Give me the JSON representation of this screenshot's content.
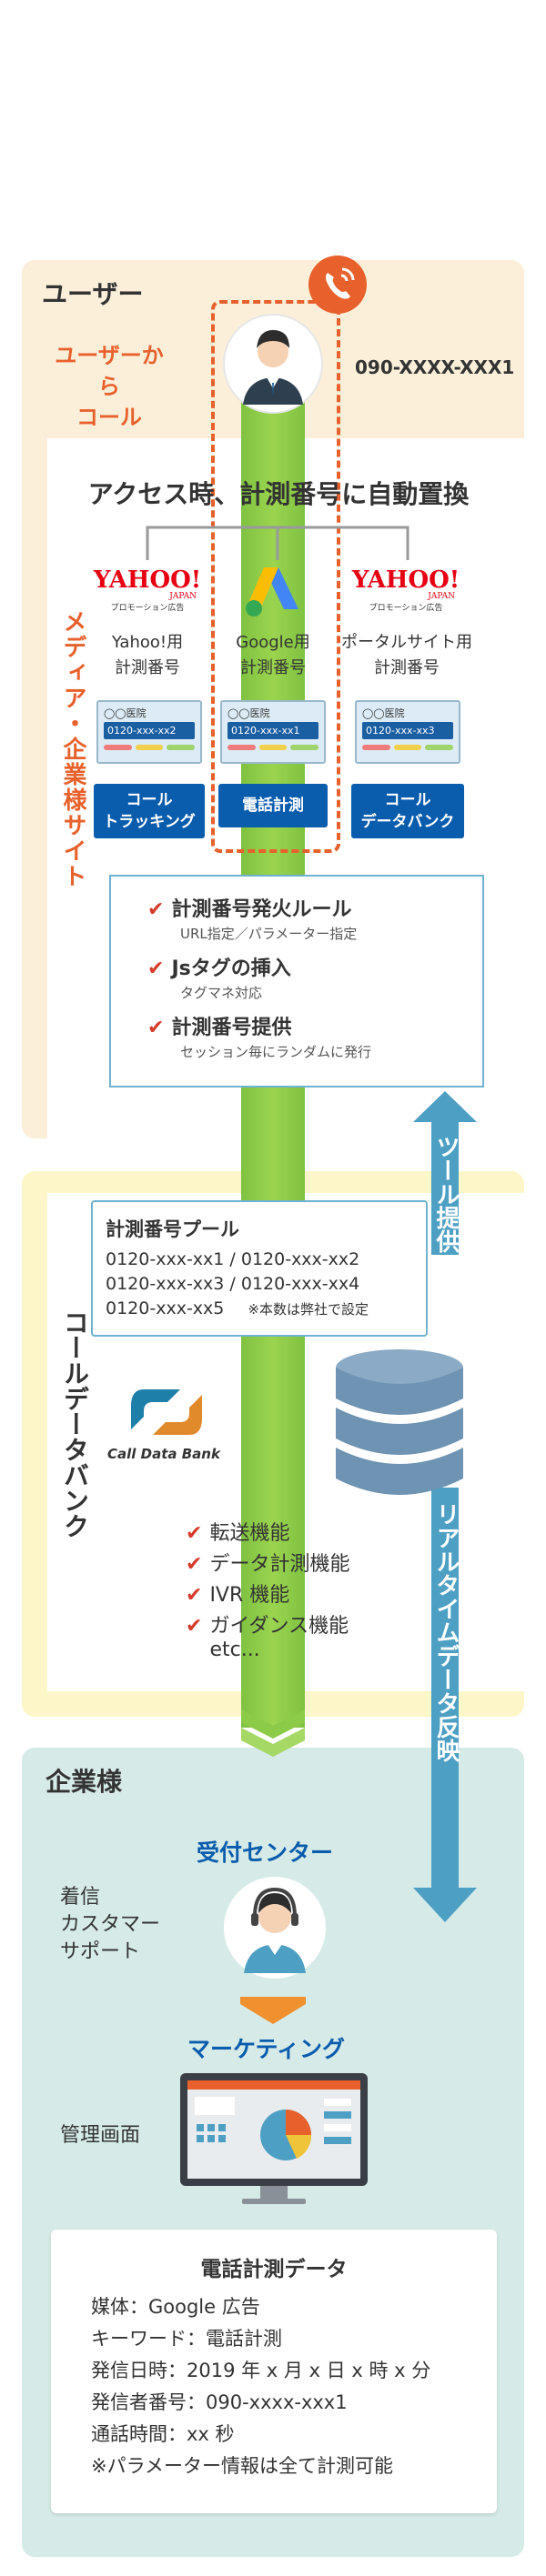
{
  "sections": {
    "user_label": "ユーザー",
    "cdb_label": "コールデータバンク",
    "corp_label": "企業様",
    "media_label": "メディア・企業様サイト"
  },
  "user": {
    "call_label": "ユーザーから\nコール",
    "phone_number": "090-XXXX-XXX1"
  },
  "replace_title": "アクセス時、計測番号に自動置換",
  "media": [
    {
      "logo_text": "YAHOO!",
      "logo_sub": "JAPAN",
      "logo_caption": "プロモーション広告",
      "label": "Yahoo!用\n計測番号",
      "card_title": "◯◯医院",
      "card_num": "0120-xxx-xx2",
      "button": "コール\nトラッキング"
    },
    {
      "logo_text": "",
      "logo_sub": "",
      "logo_caption": "",
      "label": "Google用\n計測番号",
      "card_title": "◯◯医院",
      "card_num": "0120-xxx-xx1",
      "button": "電話計測"
    },
    {
      "logo_text": "YAHOO!",
      "logo_sub": "JAPAN",
      "logo_caption": "プロモーション広告",
      "label": "ポータルサイト用\n計測番号",
      "card_title": "◯◯医院",
      "card_num": "0120-xxx-xx3",
      "button": "コール\nデータバンク"
    }
  ],
  "rules": [
    {
      "title": "計測番号発火ルール",
      "sub": "URL指定／パラメーター指定"
    },
    {
      "title": "Jsタグの挿入",
      "sub": "タグマネ対応"
    },
    {
      "title": "計測番号提供",
      "sub": "セッション毎にランダムに発行"
    }
  ],
  "tool_arrow": "ツール提供",
  "realtime_arrow": "リアルタイムデータ反映",
  "pool": {
    "title": "計測番号プール",
    "lines": [
      "0120-xxx-xx1 / 0120-xxx-xx2",
      "0120-xxx-xx3 / 0120-xxx-xx4"
    ],
    "last_line": "0120-xxx-xx5",
    "note": "※本数は弊社で設定"
  },
  "cdb_logo": "Call Data Bank",
  "features": [
    "転送機能",
    "データ計測機能",
    "IVR 機能",
    "ガイダンス機能\netc..."
  ],
  "corp": {
    "reception_title": "受付センター",
    "reception_side": "着信\nカスタマー\nサポート",
    "marketing_title": "マーケティング",
    "dashboard_label": "管理画面"
  },
  "data_panel": {
    "title": "電話計測データ",
    "rows": [
      "媒体：Google 広告",
      "キーワード：電話計測",
      "発信日時：2019 年 x 月 x 日 x 時 x 分",
      "発信者番号：090-xxxx-xxx1",
      "通話時間：xx 秒",
      "※パラメーター情報は全て計測可能"
    ]
  },
  "colors": {
    "orange": "#e8612c",
    "green": "#7fc241",
    "blue": "#0a5cad",
    "teal": "#4d9fc4"
  }
}
